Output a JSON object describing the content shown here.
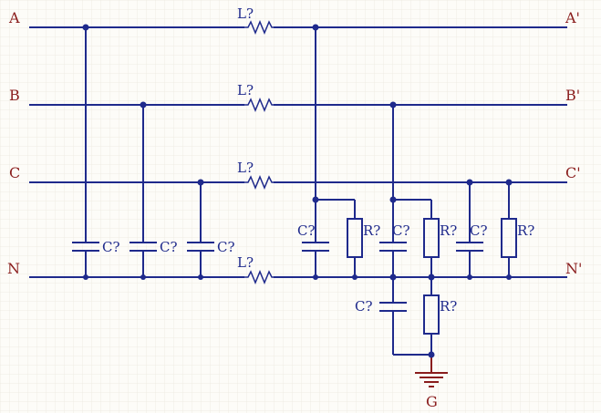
{
  "lines": {
    "left": [
      "A",
      "B",
      "C",
      "N"
    ],
    "right": [
      "A'",
      "B'",
      "C'",
      "N'"
    ]
  },
  "inductor_label": "L?",
  "capacitor_label": "C?",
  "resistor_label": "R?",
  "ground_label": "G",
  "colors": {
    "wire": "#1f2a8c",
    "text_red": "#8a1d1d",
    "background": "#fdfcf8",
    "grid": "#efece3"
  }
}
